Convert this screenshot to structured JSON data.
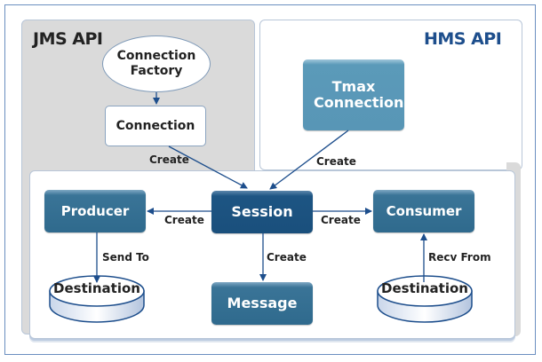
{
  "panels": {
    "jms_title": "JMS API",
    "hms_title": "HMS API"
  },
  "nodes": {
    "connection_factory": "Connection Factory",
    "connection": "Connection",
    "tmax_connection": "Tmax Connection",
    "producer": "Producer",
    "session": "Session",
    "consumer": "Consumer",
    "message": "Message",
    "destination_send": "Destination",
    "destination_recv": "Destination"
  },
  "edges": {
    "connection_to_session": "Create",
    "tmax_to_session": "Create",
    "session_to_producer": "Create",
    "session_to_consumer": "Create",
    "session_to_message": "Create",
    "producer_to_destination": "Send To",
    "destination_to_consumer": "Recv From"
  },
  "colors": {
    "arrow": "#1d4e8c",
    "node_dark": "#1a4f7c",
    "node_mid": "#2f6a8d",
    "node_light": "#5896b6",
    "hms_title": "#1d4e8c"
  }
}
